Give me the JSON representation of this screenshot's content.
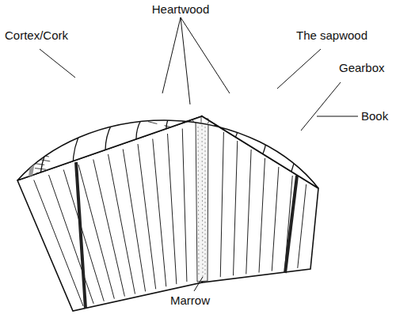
{
  "diagram": {
    "labels": [
      "Heartwood",
      "Cortex/Cork",
      "The sapwood",
      "Gearbox",
      "Book",
      "Marrow"
    ]
  }
}
